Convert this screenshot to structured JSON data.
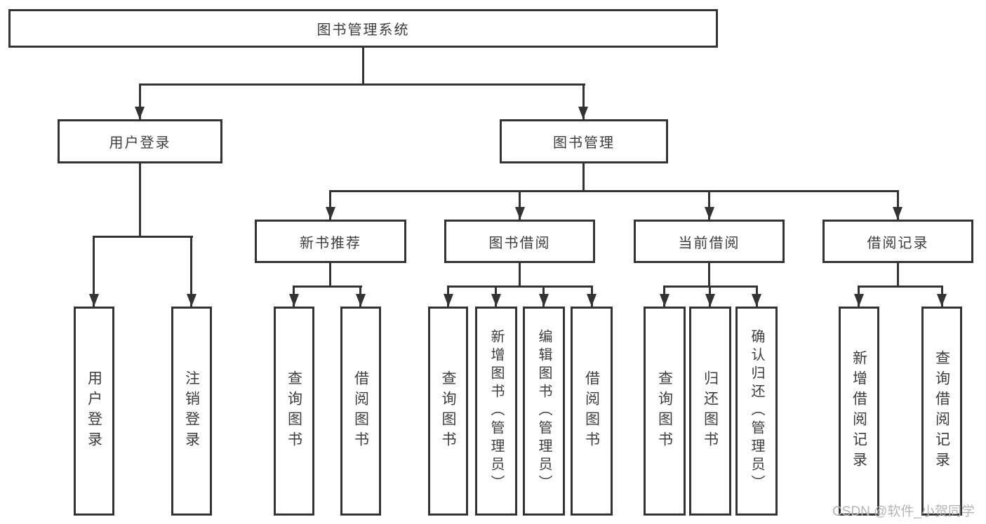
{
  "diagram": {
    "root": "图书管理系统",
    "level2": {
      "user_login": "用户登录",
      "book_mgmt": "图书管理"
    },
    "level3": {
      "new_book": "新书推荐",
      "book_borrow": "图书借阅",
      "current_borrow": "当前借阅",
      "borrow_record": "借阅记录"
    },
    "leaves": {
      "user_login_1": "用户登录",
      "user_login_2": "注销登录",
      "new_book_1": "查询图书",
      "new_book_2": "借阅图书",
      "book_borrow_1": "查询图书",
      "book_borrow_2": "新增图书（管理员）",
      "book_borrow_3": "编辑图书（管理员）",
      "book_borrow_4": "借阅图书",
      "current_borrow_1": "查询图书",
      "current_borrow_2": "归还图书",
      "current_borrow_3": "确认归还（管理员）",
      "borrow_record_1": "新增借阅记录",
      "borrow_record_2": "查询借阅记录"
    },
    "watermark": "CSDN @软件_小贺同学",
    "colors": {
      "line": "#333333",
      "text": "#3d3d3d",
      "background": "#ffffff",
      "watermark": "#b5b5b5"
    }
  }
}
